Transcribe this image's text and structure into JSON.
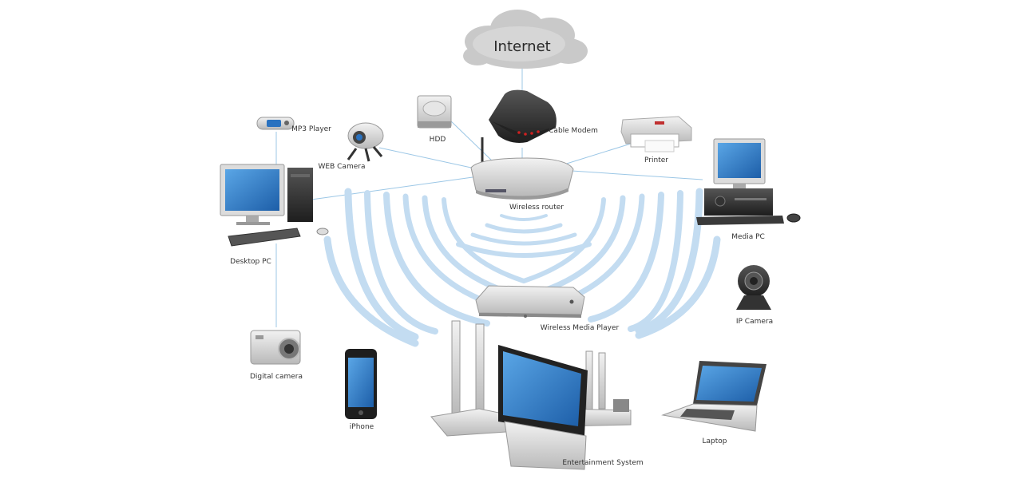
{
  "cloud": {
    "label": "Internet"
  },
  "devices": {
    "cable_modem": "Cable Modem",
    "hdd": "HDD",
    "printer": "Printer",
    "mp3_player": "MP3 Player",
    "web_camera": "WEB Camera",
    "desktop_pc": "Desktop PC",
    "wireless_router": "Wireless router",
    "media_pc": "Media PC",
    "wireless_media_player": "Wireless Media Player",
    "ip_camera": "IP Camera",
    "digital_camera": "Digital camera",
    "iphone": "iPhone",
    "laptop": "Laptop",
    "entertainment_system": "Entertainment System"
  },
  "colors": {
    "link_line": "#9cc7e6",
    "wave": "#c3dcf1",
    "screen": "#2a72c0",
    "device_dark": "#3a3a3a",
    "device_silver": "#d8d8d8"
  }
}
